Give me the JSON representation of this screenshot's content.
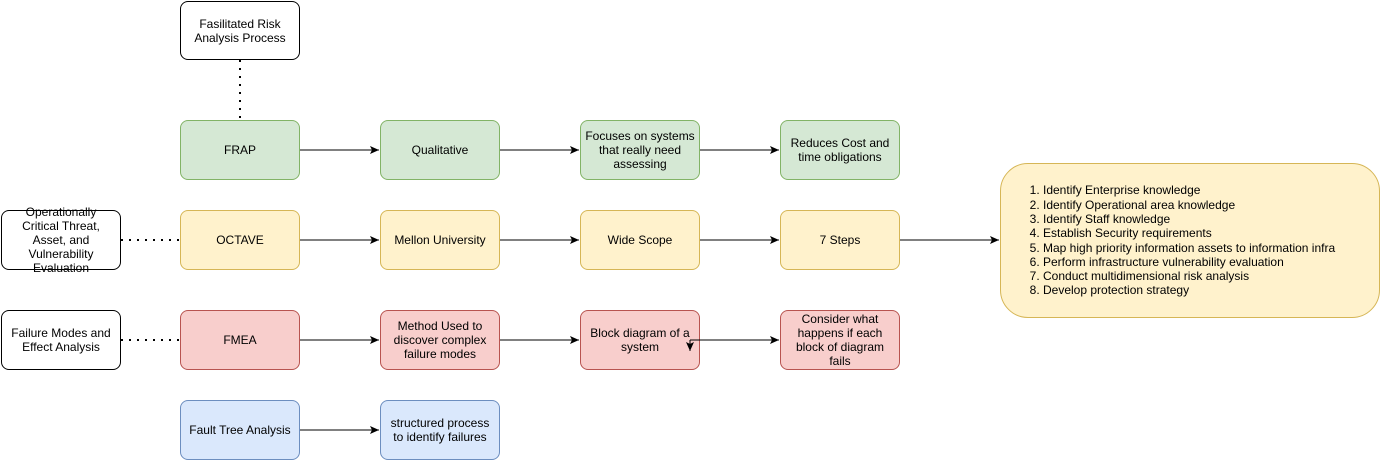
{
  "nodes": {
    "frap_process": "Fasilitated Risk Analysis Process",
    "frap": "FRAP",
    "qualitative": "Qualitative",
    "focuses": "Focuses on systems that really need assessing",
    "reduces": "Reduces Cost and time obligations",
    "octave_def": "Operationally Critical Threat, Asset, and Vulnerability Evaluation",
    "octave": "OCTAVE",
    "mellon": "Mellon University",
    "wide_scope": "Wide Scope",
    "seven_steps": "7 Steps",
    "fmea_def": "Failure Modes and Effect Analysis",
    "fmea": "FMEA",
    "method_used": "Method Used to discover complex failure modes",
    "block_diagram": "Block diagram of a system",
    "consider": "Consider what happens if each block of diagram fails",
    "fault_tree": "Fault Tree Analysis",
    "structured": "structured process to identify failures"
  },
  "steps": [
    "Identify Enterprise knowledge",
    "Identify Operational area knowledge",
    "Identify Staff knowledge",
    "Establish Security requirements",
    "Map high priority information assets to information infra",
    "Perform infrastructure vulnerability evaluation",
    "Conduct multidimensional risk analysis",
    "Develop protection strategy"
  ],
  "colors": {
    "green_fill": "#d5e8d4",
    "green_stroke": "#82b366",
    "yellow_fill": "#fff2cc",
    "yellow_stroke": "#d6b656",
    "red_fill": "#f8cecc",
    "red_stroke": "#b85450",
    "blue_fill": "#dae8fc",
    "blue_stroke": "#6c8ebf"
  }
}
